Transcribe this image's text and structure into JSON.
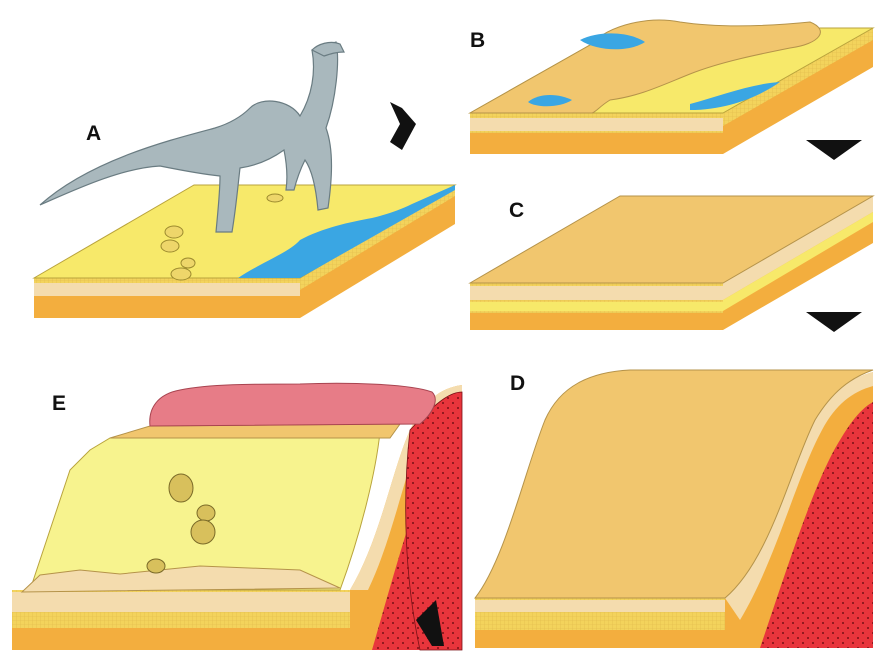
{
  "labels": {
    "a": "A",
    "b": "B",
    "c": "C",
    "d": "D",
    "e": "E"
  },
  "colors": {
    "sand_yellow": "#f7e96a",
    "sand_orange": "#f1c66e",
    "beige_layer": "#f4dcae",
    "orange_layer": "#f3ae3e",
    "water_blue": "#3aa6e3",
    "dinosaur_gray": "#a9b8bd",
    "rock_red": "#e8353c",
    "crust_pink": "#e77c87",
    "arrow_black": "#111111"
  },
  "icons": [
    "arrow-right-icon",
    "arrow-down-icon",
    "arrow-down-icon",
    "arrow-left-icon"
  ]
}
